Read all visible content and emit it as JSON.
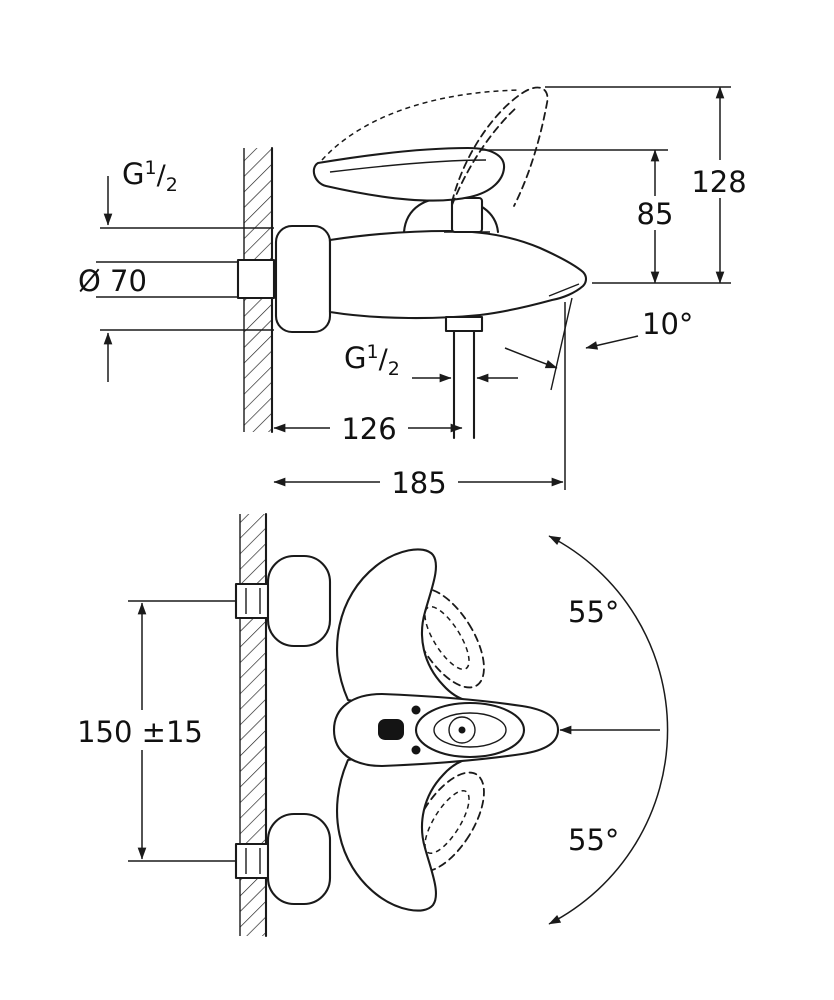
{
  "page": {
    "background": "#ffffff",
    "line_color": "#1a1a1a"
  },
  "side_view": {
    "wall_thread_label": {
      "prefix": "G",
      "numerator": "1",
      "slash": "/",
      "denominator": "2"
    },
    "escutcheon_diameter": "Ø 70",
    "total_height": "128",
    "spout_height": "85",
    "spout_angle": "10°",
    "shower_outlet_thread": {
      "prefix": "G",
      "numerator": "1",
      "slash": "/",
      "denominator": "2"
    },
    "wall_to_outlet": "126",
    "wall_to_spout_tip": "185"
  },
  "front_view": {
    "connection_spacing": "150 ±15",
    "handle_swing_upper": "55°",
    "handle_swing_lower": "55°"
  }
}
